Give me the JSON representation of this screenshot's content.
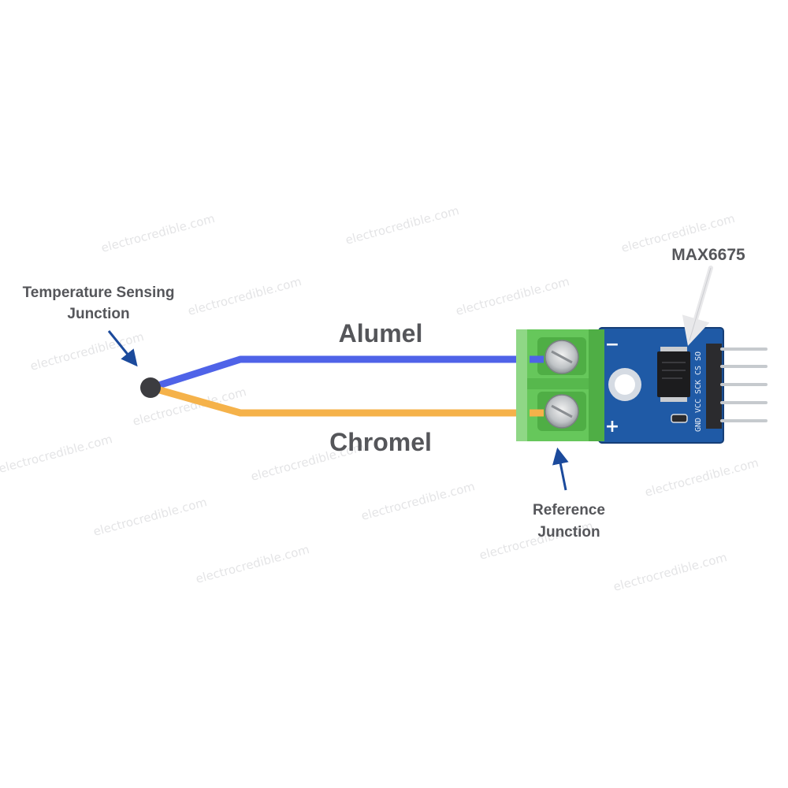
{
  "diagram": {
    "labels": {
      "sensing_junction_line1": "Temperature Sensing",
      "sensing_junction_line2": "Junction",
      "alumel": "Alumel",
      "chromel": "Chromel",
      "max_chip": "MAX6675",
      "reference_line1": "Reference",
      "reference_line2": "Junction"
    },
    "pin_labels": [
      "GND",
      "VCC",
      "SCK",
      "CS",
      "SO"
    ],
    "board_signs": {
      "minus": "−",
      "plus": "+"
    },
    "watermark": "electrocredible.com",
    "colors": {
      "alumel_wire": "#4f63e8",
      "chromel_wire": "#f5b24a",
      "arrow": "#1b4a9c",
      "junction_dot": "#3c3c40",
      "label_text": "#55565a",
      "pcb": "#1f5aa6",
      "terminal_block": "#66c75b"
    }
  }
}
